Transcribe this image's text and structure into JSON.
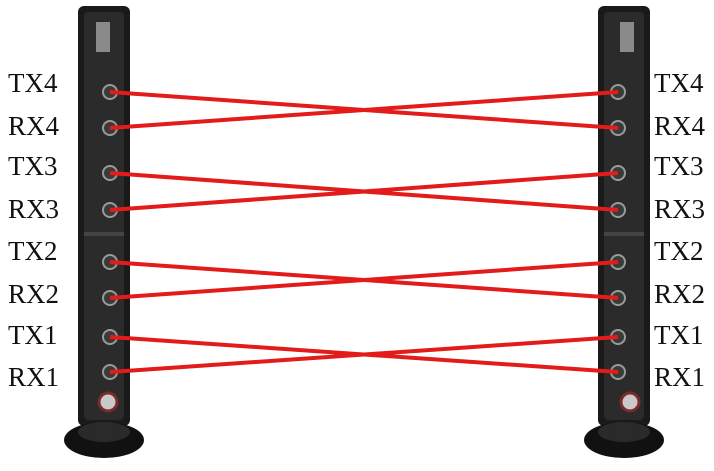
{
  "left_labels": [
    "TX4",
    "RX4",
    "TX3",
    "RX3",
    "TX2",
    "RX2",
    "TX1",
    "RX1"
  ],
  "right_labels": [
    "TX4",
    "RX4",
    "TX3",
    "RX3",
    "TX2",
    "RX2",
    "TX1",
    "RX1"
  ],
  "beam_color": "#e31b1b",
  "post_color": "#1a1a1a"
}
